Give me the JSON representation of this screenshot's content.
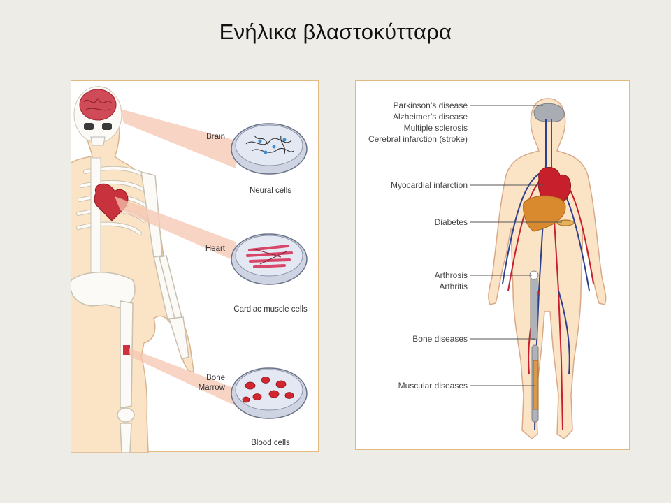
{
  "slide": {
    "title": "Ενήλικα βλαστοκύτταρα"
  },
  "left_panel": {
    "organs": [
      {
        "organ": "Brain",
        "cells": "Neural cells"
      },
      {
        "organ": "Heart",
        "cells": "Cardiac muscle cells"
      },
      {
        "organ_line1": "Bone",
        "organ_line2": "Marrow",
        "cells": "Blood cells"
      }
    ]
  },
  "right_panel": {
    "labels": [
      "Parkinson’s disease",
      "Alzheimer’s disease",
      "Multiple sclerosis",
      "Cerebral infarction (stroke)",
      "Myocardial infarction",
      "Diabetes",
      "Arthrosis",
      "Arthritis",
      "Bone diseases",
      "Muscular diseases"
    ]
  },
  "colors": {
    "skin": "#fbe3c6",
    "bone": "#fbfaf6",
    "beam": "#f4c6b0",
    "vein": "#2d3f8e",
    "artery": "#c7202c",
    "liver": "#d98a2e",
    "frame": "#e3b982"
  }
}
